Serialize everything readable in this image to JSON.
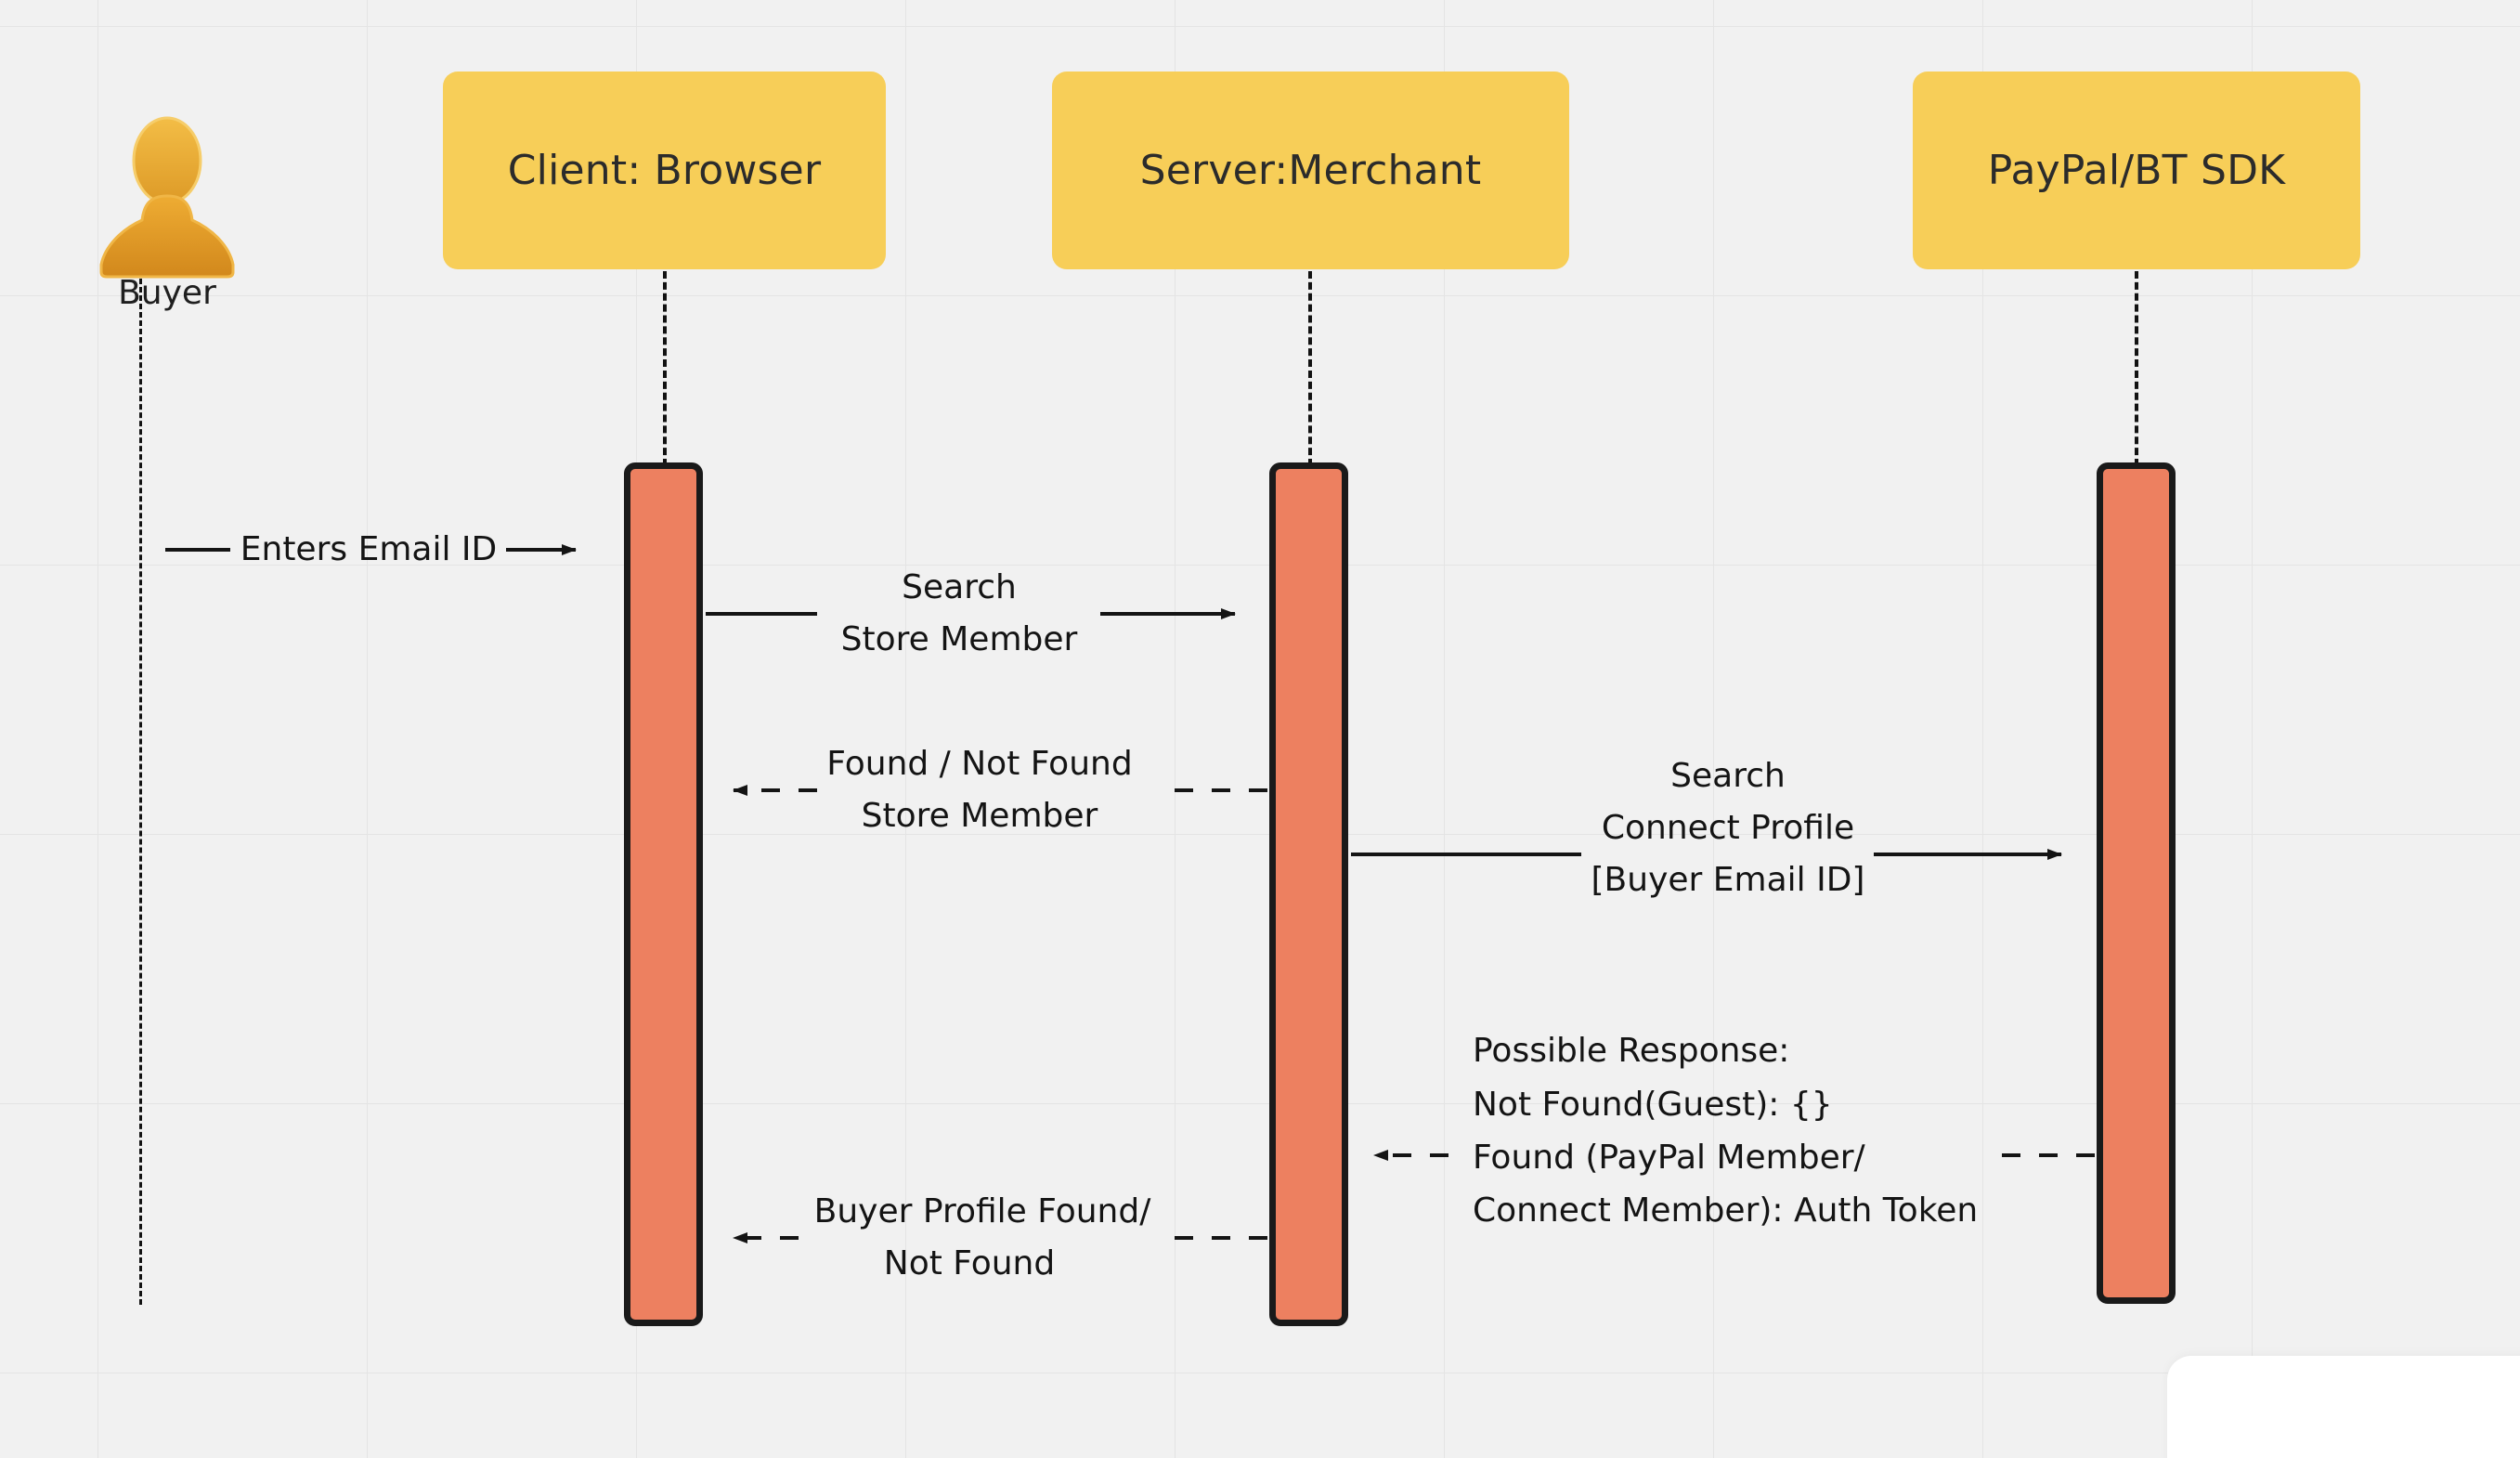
{
  "diagram": {
    "type": "sequence-diagram",
    "background_color": "#f1f1f1",
    "grid_color": "#e4e4e4",
    "participant_box_color": "#f7ce58",
    "activation_bar_color": "#ed8060",
    "activation_border_color": "#1a1a1a",
    "line_color": "#141414"
  },
  "actor": {
    "name": "buyer-actor",
    "label": "Buyer",
    "icon": "person-icon",
    "head_color": "#eeb03a",
    "body_color": "#d78f24"
  },
  "participants": [
    {
      "id": "client",
      "label": "Client: Browser"
    },
    {
      "id": "server",
      "label": "Server:Merchant"
    },
    {
      "id": "sdk",
      "label": "PayPal/BT SDK"
    }
  ],
  "messages": [
    {
      "id": "m1",
      "from": "buyer",
      "to": "client",
      "kind": "solid",
      "direction": "right",
      "lines": [
        "Enters Email ID"
      ]
    },
    {
      "id": "m2",
      "from": "client",
      "to": "server",
      "kind": "solid",
      "direction": "right",
      "lines": [
        "Search",
        "Store Member"
      ]
    },
    {
      "id": "m3",
      "from": "server",
      "to": "client",
      "kind": "dashed",
      "direction": "left",
      "lines": [
        "Found / Not Found",
        "Store Member"
      ]
    },
    {
      "id": "m4",
      "from": "server",
      "to": "sdk",
      "kind": "solid",
      "direction": "right",
      "lines": [
        "Search",
        "Connect Profile",
        "[Buyer Email ID]"
      ]
    },
    {
      "id": "m5",
      "from": "sdk",
      "to": "server",
      "kind": "dashed",
      "direction": "left",
      "lines": [
        "Possible Response:",
        "Not Found(Guest): {}",
        "Found (PayPal Member/",
        "Connect Member): Auth Token"
      ]
    },
    {
      "id": "m6",
      "from": "server",
      "to": "client",
      "kind": "dashed",
      "direction": "left",
      "lines": [
        "Buyer Profile Found/",
        "Not Found"
      ]
    }
  ]
}
